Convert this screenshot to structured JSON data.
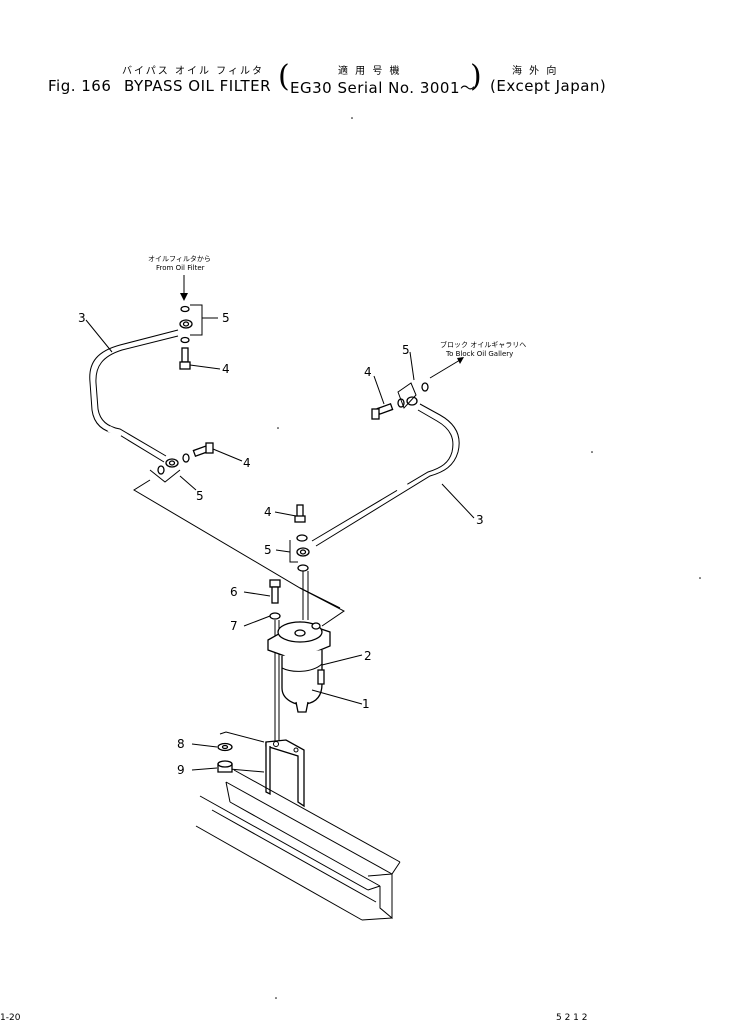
{
  "header": {
    "fig_label": "Fig. 166",
    "jp_title": "バイパス オイル フィルタ",
    "en_title": "BYPASS OIL FILTER",
    "jp_applicability": "適 用 号 機",
    "serial": "EG30 Serial No. 3001～",
    "jp_market": "海 外 向",
    "market": "(Except Japan)"
  },
  "callouts": {
    "from_filter_jp": "オイルフィルタから",
    "from_filter_en": "From Oil Filter",
    "to_gallery_jp": "ブロック オイルギャラリヘ",
    "to_gallery_en": "To Block Oil Gallery"
  },
  "part_numbers": {
    "hose_left": "3",
    "hose_right": "3",
    "banjo_top_left": "5",
    "banjo_mid_left": "5",
    "banjo_right": "5",
    "banjo_filter": "5",
    "bolt_top_left": "4",
    "bolt_mid_left": "4",
    "bolt_right": "4",
    "bolt_filter": "4",
    "mount_bolt": "6",
    "mount_washer": "7",
    "filter_body": "1",
    "filter_head": "2",
    "washer": "8",
    "nut": "9"
  },
  "footer": {
    "left": "1-20",
    "right": "5 2 1 2"
  }
}
